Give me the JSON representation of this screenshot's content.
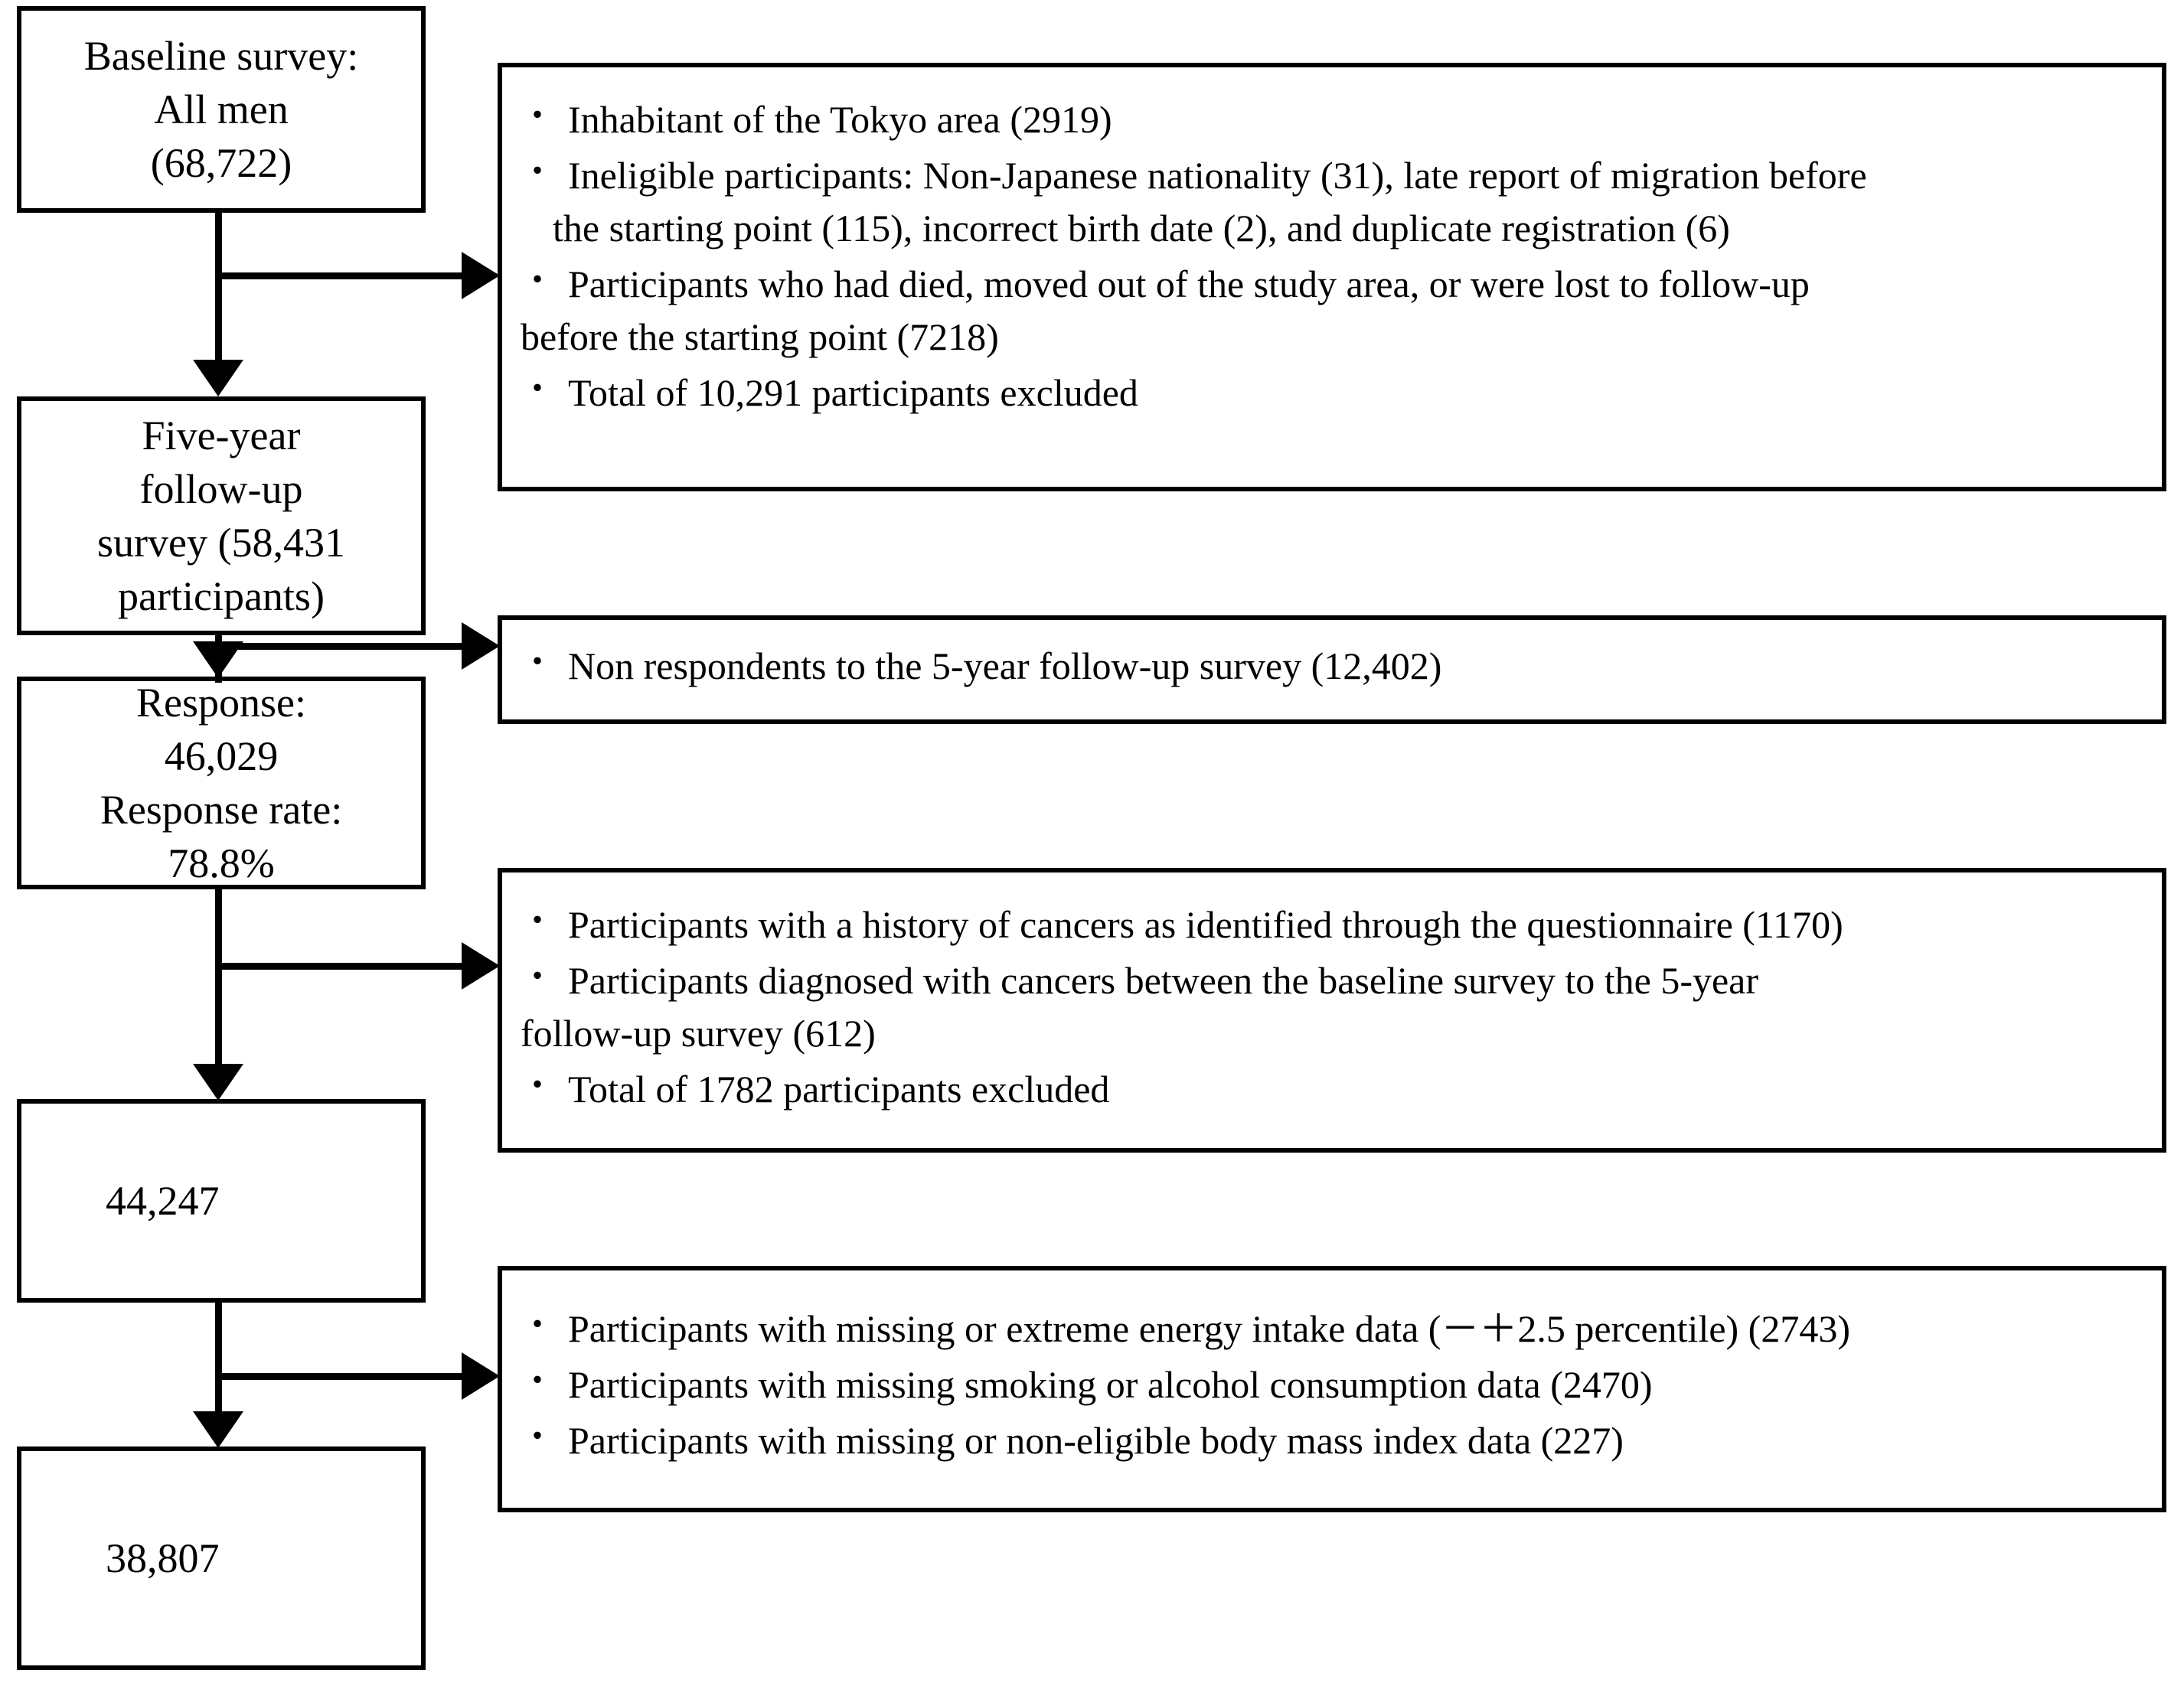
{
  "diagram": {
    "title": "Participant flow diagram",
    "bullet_glyph": "・",
    "colors": {
      "line": "#000000",
      "background": "#ffffff",
      "text": "#000000"
    }
  },
  "flow_boxes": [
    {
      "id": "baseline",
      "lines": [
        "Baseline survey:",
        "All men",
        "(68,722)"
      ],
      "value": 68722
    },
    {
      "id": "five-year-follow-up",
      "lines": [
        "Five-year",
        "follow-up",
        "survey (58,431",
        "participants)"
      ],
      "value": 58431
    },
    {
      "id": "response",
      "lines": [
        "Response:",
        "46,029",
        "Response rate:",
        "78.8%"
      ],
      "value": 46029,
      "response_rate": "78.8%"
    },
    {
      "id": "after-cancer-exclusion",
      "lines": [
        "44,247"
      ],
      "value": 44247
    },
    {
      "id": "final-analytic-sample",
      "lines": [
        "38,807"
      ],
      "value": 38807
    }
  ],
  "exclusion_boxes": [
    {
      "id": "exclusion-baseline",
      "items": [
        {
          "line1": "Inhabitant of the Tokyo area (2919)"
        },
        {
          "line1": "Ineligible participants: Non-Japanese nationality (31), late report of migration before",
          "line2": "the starting point (115), incorrect birth date (2), and duplicate registration (6)",
          "indent2": "42px"
        },
        {
          "line1": "Participants who had died, moved out of the study area, or were lost to follow-up",
          "line2": "before the starting point (7218)",
          "indent2": "0px"
        },
        {
          "line1": "Total of 10,291 participants excluded"
        }
      ]
    },
    {
      "id": "exclusion-nonrespondents",
      "items": [
        {
          "line1": "Non respondents to the 5-year follow-up survey (12,402)"
        }
      ]
    },
    {
      "id": "exclusion-cancer",
      "items": [
        {
          "line1": "Participants with a history of cancers as identified through the questionnaire (1170)"
        },
        {
          "line1": "Participants diagnosed with cancers between the baseline survey to the 5-year",
          "line2": "follow-up survey (612)",
          "indent2": "0px"
        },
        {
          "line1": "Total of 1782 participants excluded"
        }
      ]
    },
    {
      "id": "exclusion-missing-data",
      "items": [
        {
          "line1": "Participants with missing or extreme energy intake data (－＋2.5 percentile) (2743)"
        },
        {
          "line1": "Participants with missing smoking or alcohol consumption data (2470)"
        },
        {
          "line1": "Participants with missing or non-eligible body mass index data (227)"
        }
      ]
    }
  ]
}
